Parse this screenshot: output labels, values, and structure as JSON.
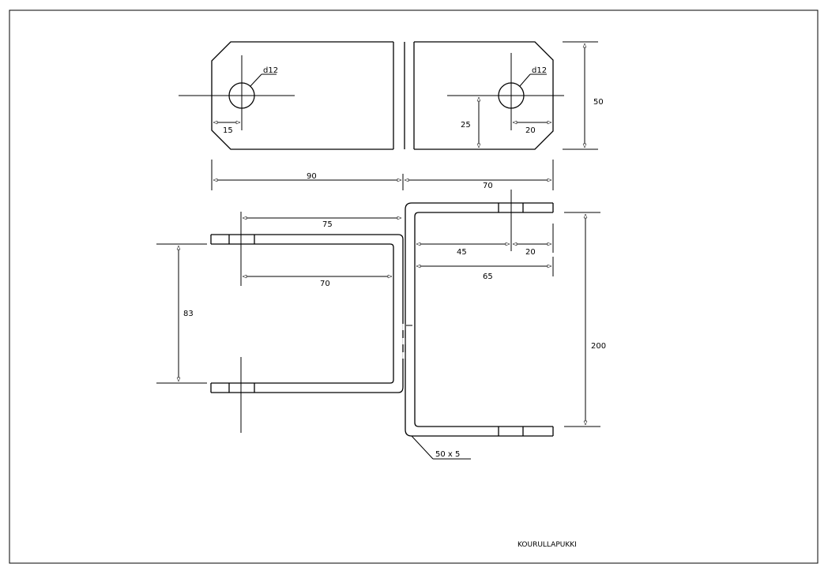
{
  "drawing": {
    "title": "KOURULLAPUKKI",
    "top_view": {
      "hole_left_label": "d12",
      "hole_right_label": "d12",
      "dim_left_offset": "15",
      "dim_right_offset": "20",
      "dim_hole_height": "25",
      "dim_total_height": "50",
      "dim_left_width": "90",
      "dim_right_width": "70"
    },
    "left_bracket": {
      "dim_top": "75",
      "dim_inner": "70",
      "dim_height": "83"
    },
    "right_bracket": {
      "dim_a": "45",
      "dim_b": "20",
      "dim_c": "65",
      "dim_height": "200",
      "section_label": "50 x 5"
    }
  }
}
